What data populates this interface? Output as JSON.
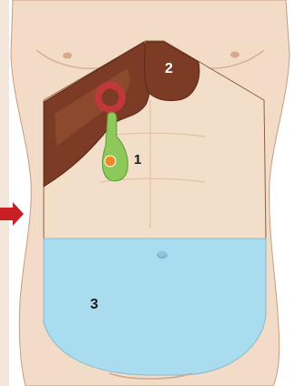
{
  "labels": {
    "gallbladder": "1",
    "liver_left_lobe": "2",
    "lower_abdomen": "3"
  },
  "colors": {
    "background": "#ffffff",
    "skin": "#f2dcc8",
    "skin_shadow": "#e8c9b0",
    "outline": "#b98d73",
    "liver": "#7b3b24",
    "liver_highlight": "#9a5535",
    "gallbladder": "#8ec85a",
    "gallbladder_outline": "#5f9a35",
    "target_ring": "#c2383a",
    "marker_dot": "#f08a24",
    "fluid_region": "#a9dcef",
    "arrow": "#c81f25",
    "region_outline": "#8a5a3a",
    "nipple": "#d9a98e"
  },
  "icons": {
    "pointer": "right-arrow-icon",
    "target": "target-ring-icon",
    "marker": "marker-dot-icon"
  }
}
